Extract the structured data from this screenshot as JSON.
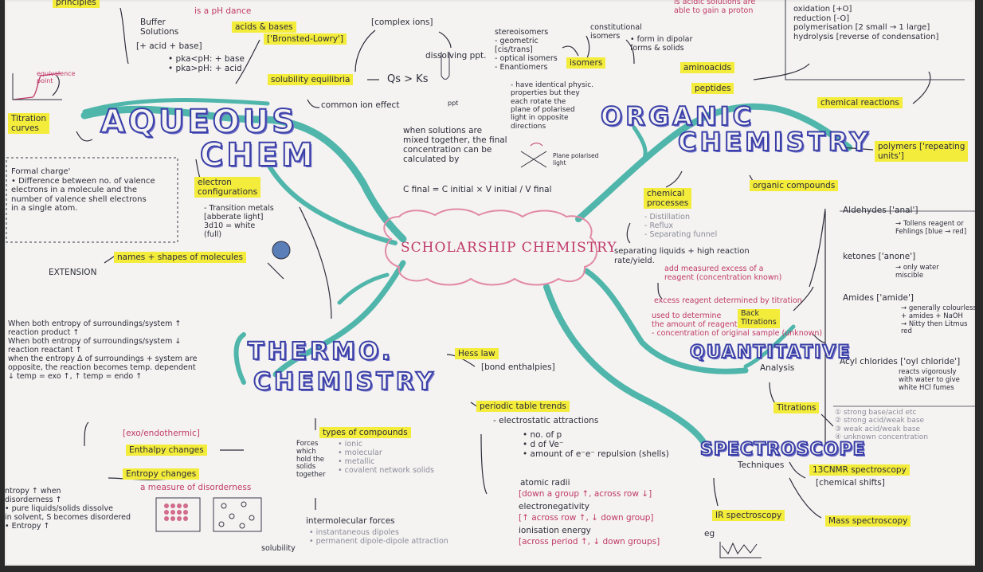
{
  "center": "SCHOLARSHIP CHEMISTRY",
  "aqueous": {
    "title_line1": "AQUEOUS",
    "title_line2": "CHEM",
    "principles": "principles",
    "pH_dance": "is a pH dance",
    "buffer": "Buffer\nSolutions",
    "buffer_detail": "[+ acid + base]",
    "pka_lines": "• pka<pH: + base\n• pka>pH: + acid",
    "acids_bases": "acids & bases",
    "bronsted": "['Bronsted-Lowry']",
    "complex_ions": "[complex ions]",
    "dissolving": "dissolving ppt.",
    "solubility": "solubility equilibria",
    "qs": "Qs > Ks",
    "common_ion": "common ion effect",
    "ppt": "ppt",
    "dilution": "when solutions are\nmixed together, the final\nconcentration can be\ncalculated by",
    "formula": "C final = C initial × V initial / V final",
    "equivalence": "equivalence\npoint",
    "titration_curves": "Titration\ncurves",
    "formal_charge": "Formal charge'\n• Difference between no. of valence\nelectrons in a molecule and the\nnumber of valence shell electrons\nin a single atom.",
    "electron_config": "electron\nconfigurations",
    "transition_metals": "- Transition metals\n[abberate light]\n3d10 = white\n(full)",
    "names_shapes": "names + shapes of molecules",
    "extension": "EXTENSION"
  },
  "organic": {
    "title_line1": "ORGANIC",
    "title_line2": "CHEMISTRY",
    "stereo": "stereoisomers\n- geometric\n[cis/trans]\n- optical isomers\n- Enantiomers",
    "constitutional": "constitutional\nisomers",
    "isomers": "isomers",
    "enantio_detail": "- have identical physic.\nproperties but they\neach rotate the\nplane of polarised\nlight in opposite\ndirections",
    "plane_light": "Plane polarised\nlight",
    "zwitterion": "• form in dipolar\nforms & solids",
    "amino_acids": "aminoacids",
    "peptides": "peptides",
    "amino_note": "is acidic solutions are\nable to gain a proton",
    "reactions_list": "oxidation [+O]\nreduction [-O]\npolymerisation [2 small → 1 large]\nhydrolysis [reverse of condensation]",
    "chemical_reactions": "chemical reactions",
    "polymers": "polymers ['repeating\nunits']",
    "organic_compounds": "organic compounds",
    "aldehydes": "Aldehydes ['anal']",
    "aldehyde_note": "→ Tollens reagent or\nFehlings [blue → red]",
    "ketones": "ketones ['anone']",
    "ketone_note": "→ only water\nmiscible",
    "amides": "Amides ['amide']",
    "amide_note": "→ generally colourless\n+ amides + NaOH\n→ Nitty then Litmus\nred",
    "acyl": "Acyl chlorides ['oyl chloride']",
    "acyl_note": "reacts vigorously\nwith water to give\nwhite HCl fumes"
  },
  "processes": {
    "chemical_processes": "chemical\nprocesses",
    "list": "- Distillation\n- Reflux\n- Separating funnel",
    "separating": "separating liquids + high reaction\nrate/yield.",
    "add_excess": "add measured excess of a\nreagent (concentration known)",
    "excess": "excess reagent determined by titration",
    "used_to": "used to determine\nthe amount of reagent\n- concentration of original sample (unknown)",
    "back_titrations": "Back\nTitrations",
    "quantitative_1": "QUANTITATIVE",
    "quantitative_2": "Analysis",
    "titrations": "Titrations",
    "titration_list": "① strong base/acid etc\n② strong acid/weak base\n③ weak acid/weak base\n④ unknown concentration"
  },
  "spectro": {
    "title_line1": "SPECTROSCOPE",
    "title_line2": "Techniques",
    "cnmr": "13CNMR spectroscopy",
    "chem_shifts": "[chemical shifts]",
    "ir": "IR spectroscopy",
    "mass": "Mass spectroscopy",
    "eg": "eg"
  },
  "thermo": {
    "title_line1": "THERMO.",
    "title_line2": "CHEMISTRY",
    "entropy_notes": "When both entropy of surroundings/system ↑\nreaction product ↑\nWhen both entropy of surroundings/system ↓\nreaction reactant ↑\nwhen the entropy Δ of surroundings + system are\nopposite, the reaction becomes temp. dependent\n↓ temp = exo ↑, ↑ temp = endo ↑",
    "exo_endo": "[exo/endothermic]",
    "enthalpy": "Enthalpy changes",
    "entropy_changes": "Entropy changes",
    "measure": "a measure of disorderness",
    "entropy_left": "ntropy ↑ when\ndisorderness ↑\n• pure liquids/solids dissolve\nin solvent, S becomes disordered\n• Entropy ↑",
    "hess": "Hess law",
    "bond_enthalpies": "[bond enthalpies]",
    "periodic": "periodic table trends",
    "electrostatic": "- electrostatic attractions",
    "periodic_list": "• no. of p\n• d of Ve⁻\n• amount of e⁻e⁻ repulsion (shells)",
    "atomic_radii": "atomic radii",
    "down_group": "[down a group ↑, across row ↓]",
    "electroneg": "electronegativity",
    "en_detail": "[↑ across row ↑, ↓ down group]",
    "ionisation": "ionisation energy",
    "ie_detail": "[across period ↑, ↓ down groups]",
    "types": "types of compounds",
    "forces": "Forces\nwhich\nhold the\nsolids\ntogether",
    "types_list": "• ionic\n• molecular\n• metallic\n• covalent network solids",
    "intermolecular": "intermolecular forces",
    "im_list": "• instantaneous dipoles\n• permanent dipole-dipole attraction",
    "solubility": "solubility"
  }
}
